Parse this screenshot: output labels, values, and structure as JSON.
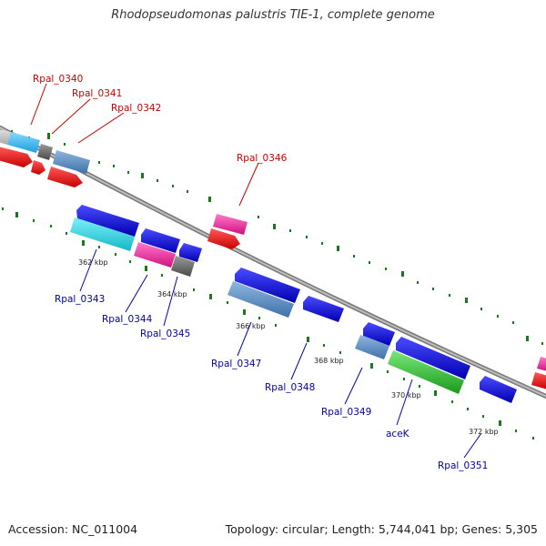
{
  "title": "Rhodopseudomonas palustris TIE-1, complete genome",
  "footer": {
    "accession": "Accession: NC_011004",
    "topology": "Topology: circular; Length: 5,744,041 bp; Genes: 5,305"
  },
  "colors": {
    "forward_label": "#cc0000",
    "reverse_label": "#0000aa",
    "backbone": "#888888",
    "dots": "#1a7a1a"
  },
  "ticks": [
    "362 kbp",
    "364 kbp",
    "366 kbp",
    "368 kbp",
    "370 kbp",
    "372 kbp"
  ],
  "genes_forward": [
    "Rpal_0340",
    "Rpal_0341",
    "Rpal_0342",
    "Rpal_0346"
  ],
  "genes_reverse": [
    "Rpal_0343",
    "Rpal_0344",
    "Rpal_0345",
    "Rpal_0347",
    "Rpal_0348",
    "Rpal_0349",
    "aceK",
    "Rpal_0351"
  ]
}
